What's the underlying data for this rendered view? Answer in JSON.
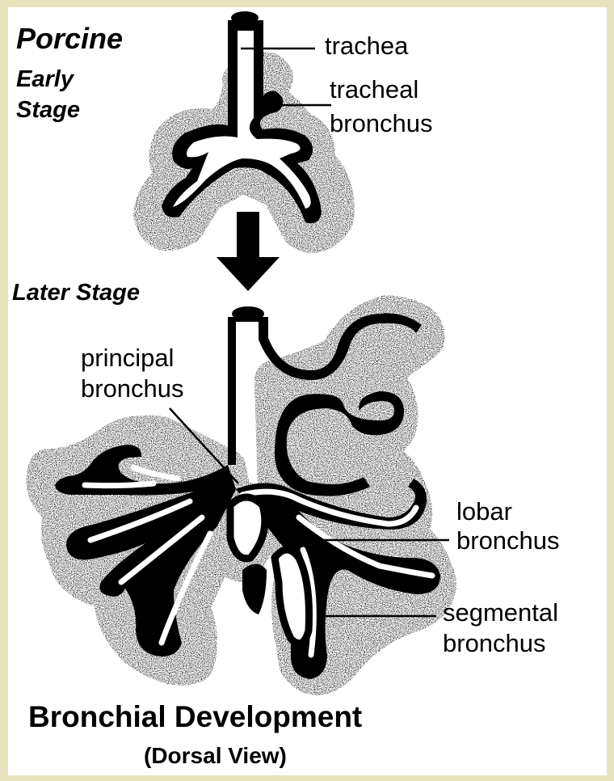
{
  "header": {
    "species": "Porcine",
    "stage1_line1": "Early",
    "stage1_line2": "Stage",
    "stage2": "Later Stage"
  },
  "labels": {
    "trachea": "trachea",
    "tracheal_line1": "tracheal",
    "tracheal_line2": "bronchus",
    "principal_line1": "principal",
    "principal_line2": "bronchus",
    "lobar_line1": "lobar",
    "lobar_line2": "bronchus",
    "segmental_line1": "segmental",
    "segmental_line2": "bronchus"
  },
  "caption": {
    "title": "Bronchial Development",
    "subtitle": "(Dorsal View)"
  },
  "colors": {
    "background": "#e6e3bd",
    "panel": "#ffffff",
    "ink": "#000000"
  }
}
